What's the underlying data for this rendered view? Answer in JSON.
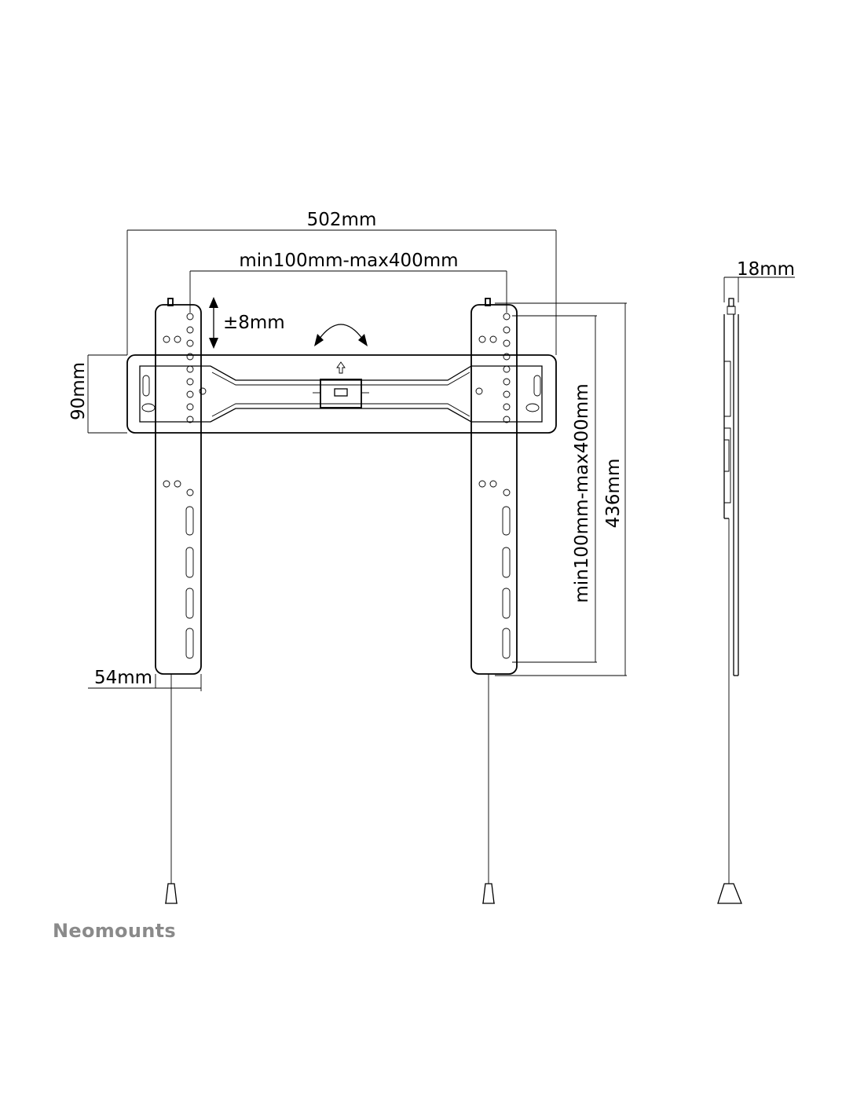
{
  "dimensions": {
    "overall_width": "502mm",
    "hole_spacing_horizontal": "min100mm-max400mm",
    "vertical_adjustment": "±8mm",
    "rail_height": "90mm",
    "hole_spacing_vertical": "min100mm-max400mm",
    "overall_height": "436mm",
    "strip_width": "54mm",
    "wall_distance": "18mm"
  },
  "brand": "Neomounts",
  "colors": {
    "line": "#000000",
    "brand": "#8a8a8a",
    "background": "#ffffff"
  }
}
